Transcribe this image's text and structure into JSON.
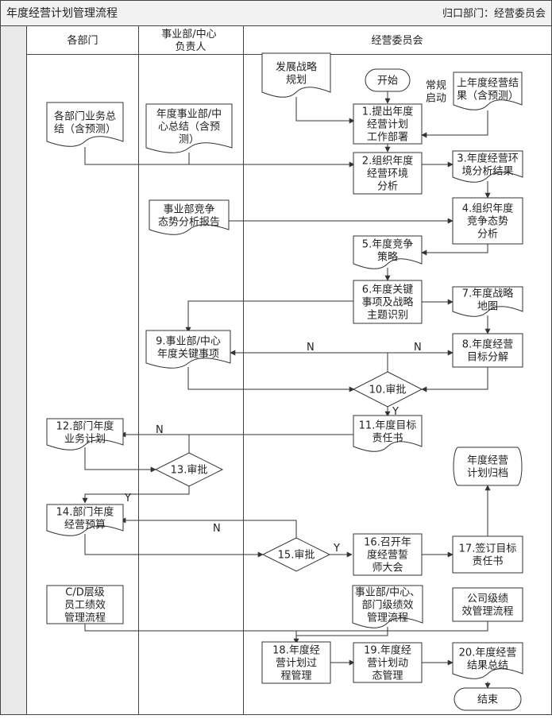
{
  "header": {
    "title": "年度经营计划管理流程",
    "owner": "归口部门：经营委员会"
  },
  "lanes": [
    {
      "id": "dept",
      "label": [
        "各部门"
      ]
    },
    {
      "id": "bu",
      "label": [
        "事业部/中心",
        "负责人"
      ]
    },
    {
      "id": "committee",
      "label": [
        "经营委员会"
      ]
    }
  ],
  "nodes": {
    "start": [
      "开始"
    ],
    "strategy_plan": [
      "发展战略",
      "规划"
    ],
    "regular_start": [
      "常规",
      "启动"
    ],
    "prev_result": [
      "上年度经营结",
      "果（含预测）"
    ],
    "n1": [
      "1.提出年度",
      "经营计划",
      "工作部署"
    ],
    "dept_summary": [
      "各部门业务总",
      "结（含预测）"
    ],
    "bu_summary": [
      "年度事业部/中",
      "心总结（含预",
      "测）"
    ],
    "n2": [
      "2.组织年度",
      "经营环境",
      "分析"
    ],
    "n3": [
      "3.年度经营环",
      "境分析结果"
    ],
    "bu_competition": [
      "事业部竞争",
      "态势分析报告"
    ],
    "n4": [
      "4.组织年度",
      "竞争态势",
      "分析"
    ],
    "n5": [
      "5.年度竞争",
      "策略"
    ],
    "n6": [
      "6.年度关键",
      "事项及战略",
      "主题识别"
    ],
    "n7": [
      "7.年度战略",
      "地图"
    ],
    "n8": [
      "8.年度经营",
      "目标分解"
    ],
    "n9": [
      "9.事业部/中心",
      "年度关键事项"
    ],
    "n10": [
      "10.审批"
    ],
    "n11": [
      "11.年度目标",
      "责任书"
    ],
    "n12": [
      "12.部门年度",
      "业务计划"
    ],
    "n13": [
      "13.审批"
    ],
    "archive": [
      "年度经营",
      "计划归档"
    ],
    "n14": [
      "14.部门年度",
      "经营预算"
    ],
    "n15": [
      "15.审批"
    ],
    "n16": [
      "16.召开年",
      "度经营誓",
      "师大会"
    ],
    "n17": [
      "17.签订目标",
      "责任书"
    ],
    "cd_perf": [
      "C/D层级",
      "员工绩效",
      "管理流程"
    ],
    "bu_perf": [
      "事业部/中心、",
      "部门级绩效",
      "管理流程"
    ],
    "company_perf": [
      "公司级绩",
      "效管理流程"
    ],
    "n18": [
      "18.年度经",
      "营计划过",
      "程管理"
    ],
    "n19": [
      "19.年度经",
      "营计划动",
      "态管理"
    ],
    "n20": [
      "20.年度经营",
      "结果总结"
    ],
    "end": [
      "结束"
    ]
  },
  "edge_labels": {
    "n_9": "N",
    "n_8": "N",
    "y_10": "Y",
    "n_12": "N",
    "y_13": "Y",
    "n_14": "N",
    "y_15": "Y"
  },
  "colors": {
    "stroke": "#333333",
    "text": "#222222",
    "lane_header_bg": "#ffffff",
    "left_strip": "#e9e9e9",
    "title_bar": "#f2f2f2"
  }
}
